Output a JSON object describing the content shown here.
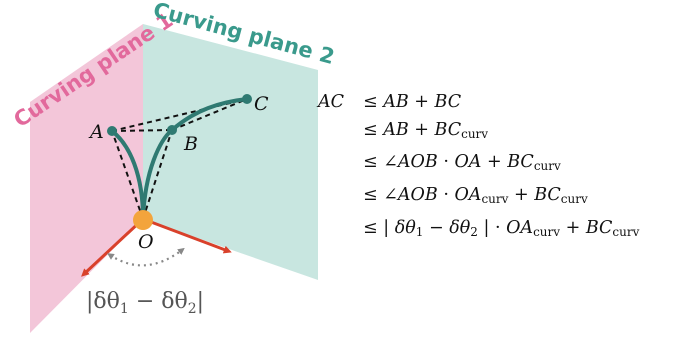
{
  "planes": {
    "plane1": {
      "label": "Curving plane 1",
      "color": "#f3c6d9",
      "label_color": "#e2699c"
    },
    "plane2": {
      "label": "Curving plane 2",
      "color": "#c8e6e0",
      "label_color": "#3a9a8c"
    }
  },
  "points": {
    "A": "A",
    "B": "B",
    "C": "C",
    "O": "O"
  },
  "colors": {
    "curve": "#2f7a72",
    "origin": "#f3a43c",
    "arrow": "#d9412b",
    "angle_arrow": "#888888",
    "dashed": "#111111"
  },
  "angle_label": {
    "text": "|δθ",
    "sub1": "1",
    "mid": " − δθ",
    "sub2": "2",
    "end": "|"
  },
  "equations": [
    {
      "lhs": "AC",
      "parts": [
        {
          "t": "≤ "
        },
        {
          "t": "AB",
          "i": true
        },
        {
          "t": " + "
        },
        {
          "t": "BC",
          "i": true
        }
      ]
    },
    {
      "lhs": "",
      "parts": [
        {
          "t": "≤ "
        },
        {
          "t": "AB",
          "i": true
        },
        {
          "t": " + "
        },
        {
          "t": "BC",
          "i": true
        },
        {
          "t": "curv",
          "sub": true
        }
      ]
    },
    {
      "lhs": "",
      "parts": [
        {
          "t": "≤ ∠"
        },
        {
          "t": "AOB",
          "i": true
        },
        {
          "t": " · "
        },
        {
          "t": "OA",
          "i": true
        },
        {
          "t": " + "
        },
        {
          "t": "BC",
          "i": true
        },
        {
          "t": "curv",
          "sub": true
        }
      ]
    },
    {
      "lhs": "",
      "parts": [
        {
          "t": "≤ ∠"
        },
        {
          "t": "AOB",
          "i": true
        },
        {
          "t": " · "
        },
        {
          "t": "OA",
          "i": true
        },
        {
          "t": "curv",
          "sub": true
        },
        {
          "t": " + "
        },
        {
          "t": "BC",
          "i": true
        },
        {
          "t": "curv",
          "sub": true
        }
      ]
    },
    {
      "lhs": "",
      "parts": [
        {
          "t": "≤ | "
        },
        {
          "t": "δθ",
          "i": true
        },
        {
          "t": "1",
          "sub": true
        },
        {
          "t": " − "
        },
        {
          "t": "δθ",
          "i": true
        },
        {
          "t": "2",
          "sub": true
        },
        {
          "t": " | · "
        },
        {
          "t": "OA",
          "i": true
        },
        {
          "t": "curv",
          "sub": true
        },
        {
          "t": " + "
        },
        {
          "t": "BC",
          "i": true
        },
        {
          "t": "curv",
          "sub": true
        }
      ]
    }
  ]
}
